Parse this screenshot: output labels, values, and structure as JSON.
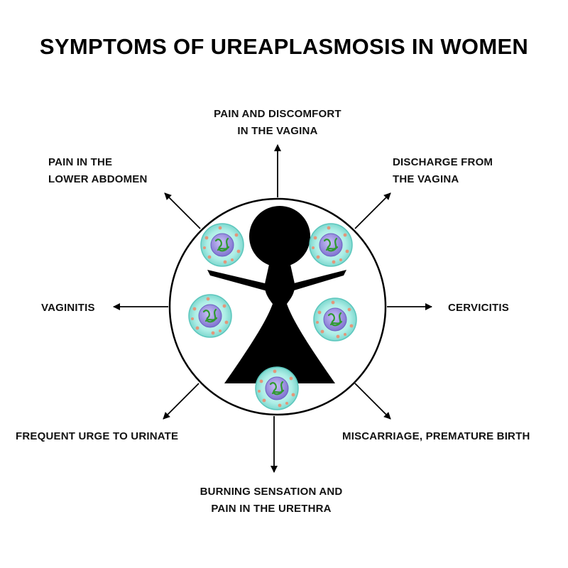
{
  "title": "SYMPTOMS OF UREAPLASMOSIS IN WOMEN",
  "symptoms": {
    "top": [
      "PAIN AND DISCOMFORT",
      "IN THE VAGINA"
    ],
    "top_left": [
      "PAIN IN THE",
      "LOWER ABDOMEN"
    ],
    "top_right": [
      "DISCHARGE FROM",
      "THE VAGINA"
    ],
    "left": [
      "VAGINITIS"
    ],
    "right": [
      "CERVICITIS"
    ],
    "bottom_left": [
      "FREQUENT URGE TO URINATE"
    ],
    "bottom_right": [
      "MISCARRIAGE, PREMATURE BIRTH"
    ],
    "bottom": [
      "BURNING SENSATION AND",
      "PAIN IN THE URETHRA"
    ]
  },
  "colors": {
    "cell_outer": "#b9f0ea",
    "cell_nucleus": "#8f86d8",
    "cell_chromatin": "#3aa83a",
    "cell_granule": "#e7a184",
    "figure": "#000000"
  }
}
